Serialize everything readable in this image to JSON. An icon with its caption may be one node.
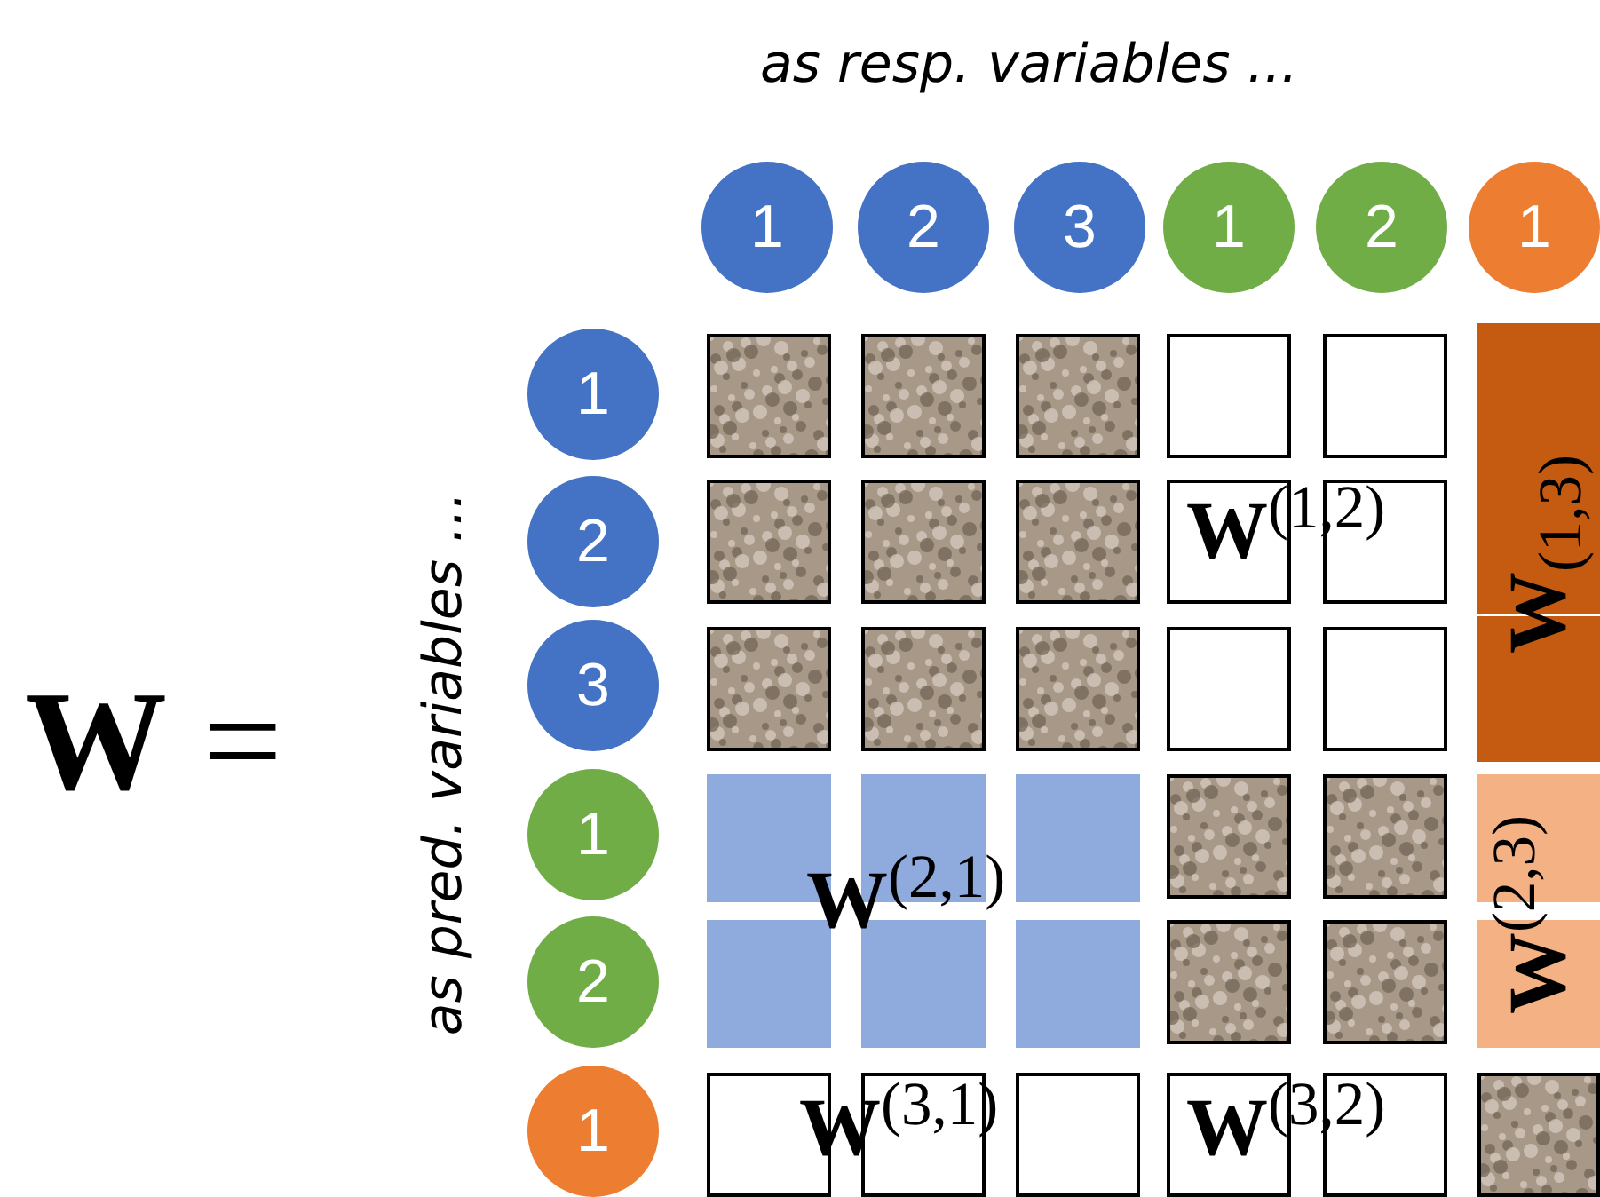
{
  "diagram": {
    "nodes": [
      {
        "text": [
          "1"
        ]
      },
      {
        "text": [
          "2"
        ]
      },
      {
        "text": [
          "3"
        ]
      },
      {
        "text": [
          "1"
        ]
      },
      {
        "text": [
          "2"
        ]
      },
      {
        "text": [
          "1"
        ]
      },
      {
        "text": [
          "1"
        ]
      },
      {
        "text": [
          "2"
        ]
      },
      {
        "text": [
          "3"
        ]
      },
      {
        "text": [
          "1"
        ]
      },
      {
        "text": [
          "2"
        ]
      },
      {
        "text": [
          "1"
        ]
      }
    ],
    "labels": [
      "as resp. variables ...",
      "as pred. variables ...",
      "**W** =",
      "**W**$^{(1,2)}$",
      "**W**$_{(1,3)}$",
      "**W**$^{(2,1)}$",
      "**W**$^{(2,3)}$",
      "**W**$^{(3,1)}$",
      "**W**$^{(3,2)}$"
    ]
  }
}
